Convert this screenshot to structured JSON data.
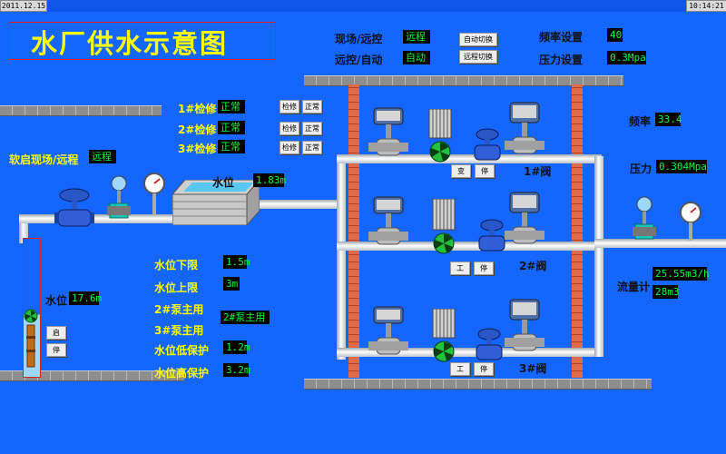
{
  "header": {
    "date": "2011.12.15",
    "time": "10:14:21"
  },
  "title": "水厂供水示意图",
  "modes": {
    "local_remote_label": "现场/远控",
    "local_remote_value": "远程",
    "remote_auto_label": "远控/自动",
    "remote_auto_value": "自动",
    "auto_switch_btn": "自动切换",
    "remote_switch_btn": "远程切换"
  },
  "settings": {
    "freq_label": "频率设置",
    "freq_value": "40",
    "pressure_label": "压力设置",
    "pressure_value": "0.3Mpa"
  },
  "maintenance": [
    {
      "label": "1#检修",
      "status": "正常",
      "btn_repair": "检修",
      "btn_normal": "正常"
    },
    {
      "label": "2#检修",
      "status": "正常",
      "btn_repair": "检修",
      "btn_normal": "正常"
    },
    {
      "label": "3#检修",
      "status": "正常",
      "btn_repair": "检修",
      "btn_normal": "正常"
    }
  ],
  "softstart": {
    "label": "软启现场/远程",
    "value": "远程"
  },
  "tank": {
    "label": "水位",
    "value": "1.83m"
  },
  "well": {
    "label": "水位",
    "value": "17.6m",
    "start_btn": "启",
    "stop_btn": "停"
  },
  "params": [
    {
      "label": "水位下限",
      "value": "1.5m"
    },
    {
      "label": "水位上限",
      "value": "3m"
    },
    {
      "label": "2#泵主用",
      "value": "2#泵主用"
    },
    {
      "label": "3#泵主用",
      "value": ""
    },
    {
      "label": "水位低保护",
      "value": "1.2m"
    },
    {
      "label": "水位高保护",
      "value": "3.2m"
    }
  ],
  "pumps": [
    {
      "label": "1#阀",
      "btn_a": "变",
      "btn_b": "停"
    },
    {
      "label": "2#阀",
      "btn_a": "工",
      "btn_b": "停"
    },
    {
      "label": "3#阀",
      "btn_a": "工",
      "btn_b": "停"
    }
  ],
  "outlet": {
    "freq_label": "频率",
    "freq_value": "33.4",
    "pressure_label": "压力",
    "pressure_value": "0.304Mpa",
    "flow_label": "流量计",
    "flow_rate": "25.55m3/h",
    "flow_total": "28m3"
  },
  "colors": {
    "background": "#1565ff",
    "label": "#ffff00",
    "display_text": "#00ff3c",
    "pillar": "#e06b4b",
    "pump_green": "#22c03c"
  }
}
